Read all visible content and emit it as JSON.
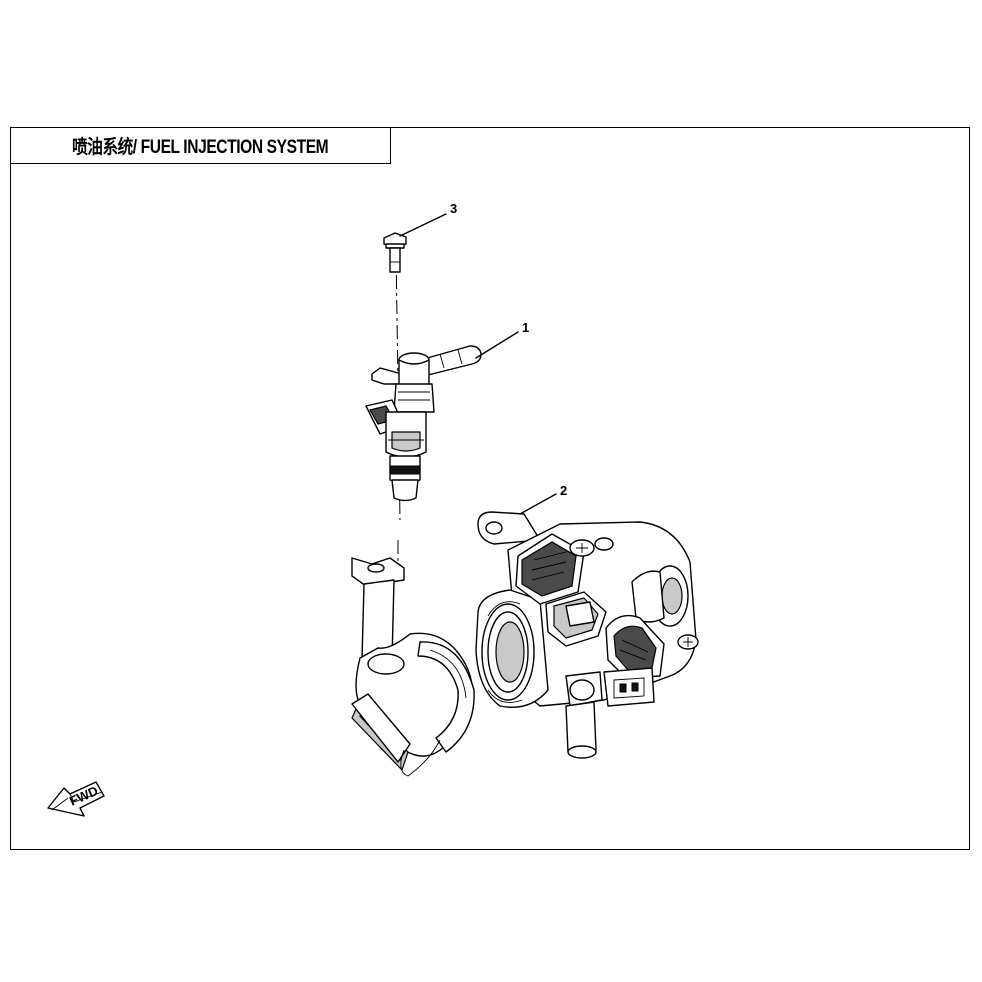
{
  "title": "喷油系统/ FUEL INJECTION SYSTEM",
  "callouts": [
    {
      "label": "1",
      "part": "fuel injector"
    },
    {
      "label": "2",
      "part": "throttle body"
    },
    {
      "label": "3",
      "part": "bolt"
    }
  ],
  "fwd_label": "FWD"
}
